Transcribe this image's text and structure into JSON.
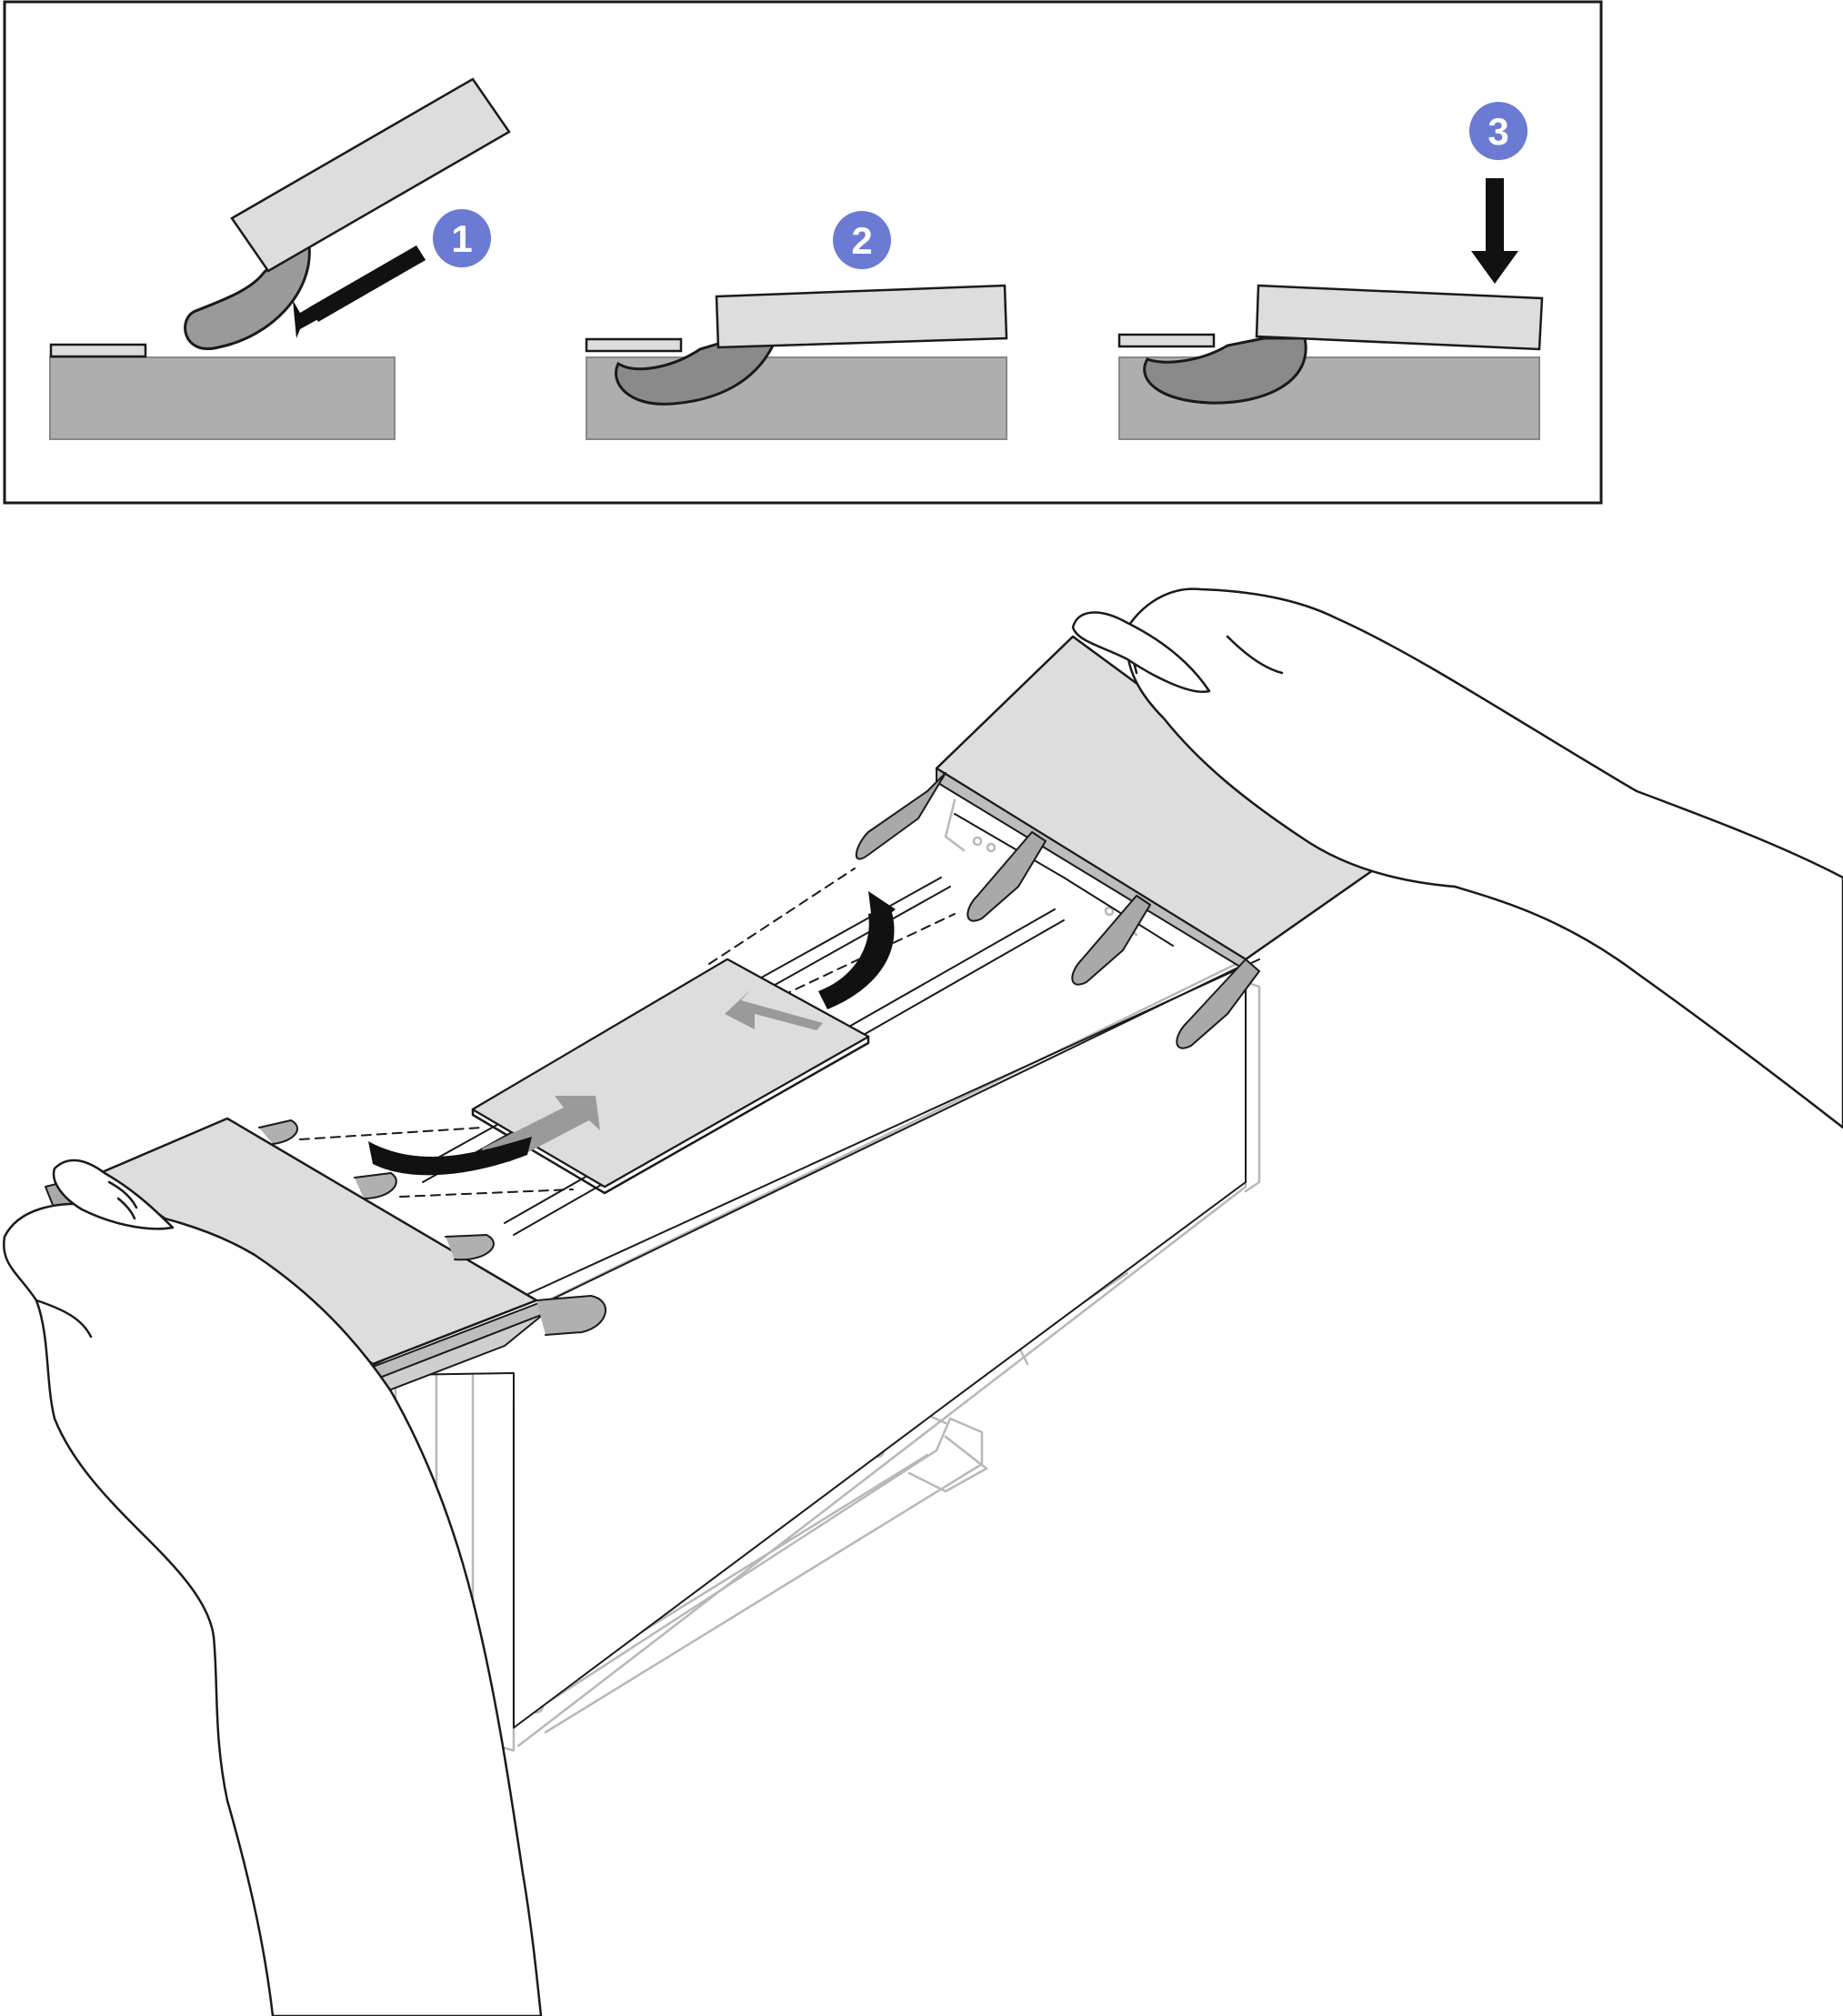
{
  "steps": [
    {
      "number": "1",
      "action": "insert"
    },
    {
      "number": "2",
      "action": "rotate-down"
    },
    {
      "number": "3",
      "action": "press-down"
    }
  ],
  "colors": {
    "step_badge": "#6b7ad3",
    "surface_gray": "#aeaeae",
    "part_light_gray": "#dcdddc",
    "tab_gray": "#9a9a9a",
    "line": "#1a1a1a",
    "frame_line": "#b8b8b8",
    "arrow_gray": "#9a9a9a"
  },
  "icons": {
    "insert_arrow": "arrow-icon",
    "press_arrow": "arrow-down-icon",
    "curved_arrow": "curved-arrow-icon"
  }
}
